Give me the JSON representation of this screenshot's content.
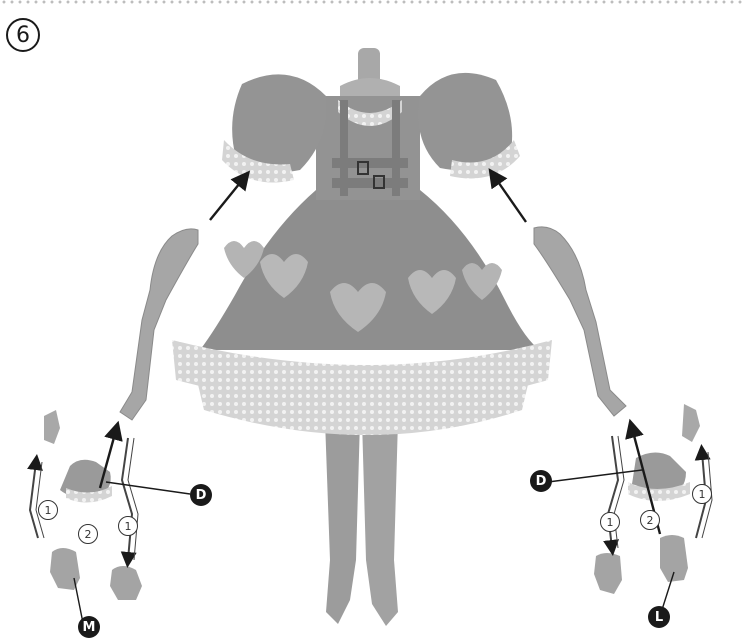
{
  "step_number": "6",
  "labels": {
    "left_ruffle": "D",
    "right_ruffle": "D",
    "left_hand": "M",
    "right_hand": "L"
  },
  "step_markers": {
    "left_up": "1",
    "left_mid": "2",
    "left_down": "1",
    "right_down": "1",
    "right_mid": "2",
    "right_up": "1"
  },
  "colors": {
    "outline": "#1a1a1a",
    "doll_grey": "#a4a4a4",
    "dress_grey": "#8e8e8e",
    "lace_grey": "#cfcfcf"
  }
}
